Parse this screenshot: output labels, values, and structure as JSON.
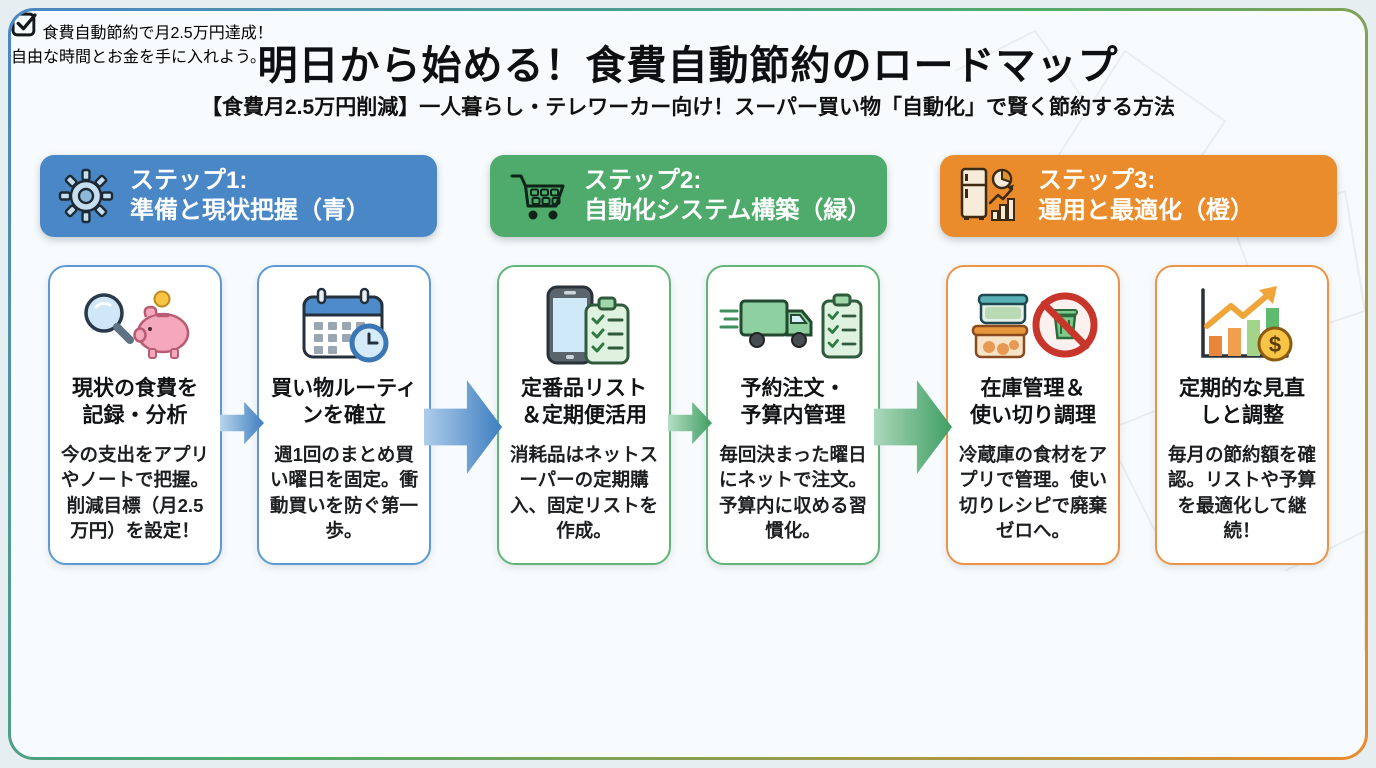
{
  "header": {
    "title": "明日から始める！食費自動節約のロードマップ",
    "subtitle": "【食費月2.5万円削減】一人暮らし・テレワーカー向け！スーパー買い物「自動化」で賢く節約する方法"
  },
  "steps": [
    {
      "line1": "ステップ1:",
      "line2": "準備と現状把握（青）",
      "icon": "gear-icon",
      "color": "#4a87c7"
    },
    {
      "line1": "ステップ2:",
      "line2": "自動化システム構築（緑）",
      "icon": "shopping-cart-icon",
      "color": "#4fab6b"
    },
    {
      "line1": "ステップ3:",
      "line2": "運用と最適化（橙）",
      "icon": "fridge-analytics-icon",
      "color": "#ea8c2b"
    }
  ],
  "cards": [
    {
      "step": 1,
      "title": "現状の食費を\n記録・分析",
      "body": "今の支出をアプリやノートで把握。削減目標（月2.5万円）を設定！",
      "icon": "magnifier-piggybank-icon",
      "accent": "#5b9ad2"
    },
    {
      "step": 1,
      "title": "買い物ルーティ\nンを確立",
      "body": "週1回のまとめ買い曜日を固定。衝動買いを防ぐ第一歩。",
      "icon": "calendar-clock-icon",
      "accent": "#5b9ad2"
    },
    {
      "step": 2,
      "title": "定番品リスト\n＆定期便活用",
      "body": "消耗品はネットスーパーの定期購入、固定リストを作成。",
      "icon": "phone-checklist-icon",
      "accent": "#62b579"
    },
    {
      "step": 2,
      "title": "予約注文・\n予算内管理",
      "body": "毎回決まった曜日にネットで注文。予算内に収める習慣化。",
      "icon": "delivery-truck-checklist-icon",
      "accent": "#62b579"
    },
    {
      "step": 3,
      "title": "在庫管理＆\n使い切り調理",
      "body": "冷蔵庫の食材をアプリで管理。使い切りレシピで廃棄ゼロへ。",
      "icon": "food-containers-no-waste-icon",
      "accent": "#eb9447"
    },
    {
      "step": 3,
      "title": "定期的な見直\nしと調整",
      "body": "毎月の節約額を確認。リストや予算を最適化して継続！",
      "icon": "growth-chart-dollar-icon",
      "accent": "#eb9447"
    }
  ],
  "goal": {
    "icon": "checkbox-icon",
    "line1": "食費自動節約で月2.5万円達成！",
    "line2": "自由な時間とお金を手に入れよう。"
  },
  "colors": {
    "step1_blue": "#4a87c7",
    "step2_green": "#4fab6b",
    "step3_orange": "#ea8c2b",
    "card_border_blue": "#5b9ad2",
    "card_border_green": "#62b579",
    "card_border_orange": "#eb9447",
    "background": "#f8fbfd"
  }
}
